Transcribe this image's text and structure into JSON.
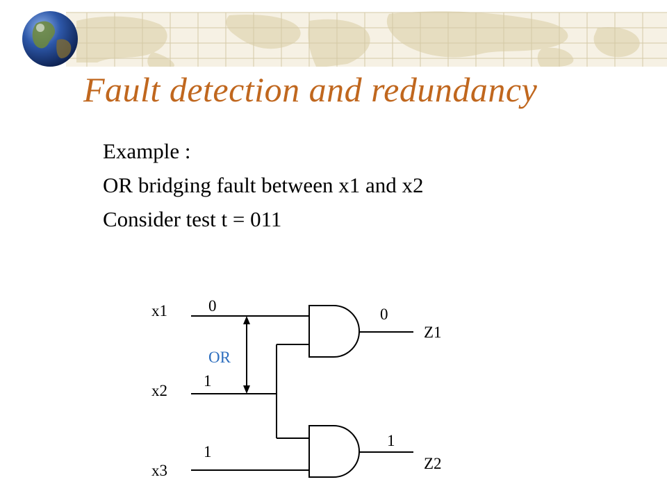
{
  "slide": {
    "title": "Fault detection and redundancy",
    "lines": [
      "Example :",
      "OR bridging fault between x1 and x2",
      "Consider test t = 011"
    ]
  },
  "circuit": {
    "inputs": [
      "x1",
      "x2",
      "x3"
    ],
    "input_values": [
      "0",
      "1",
      "1"
    ],
    "outputs": [
      "Z1",
      "Z2"
    ],
    "output_values": [
      "0",
      "1"
    ],
    "bridge_label": "OR"
  },
  "colors": {
    "title": "#c0671e",
    "bridge_label": "#2e6fbf",
    "map_land": "#e6ddc0",
    "map_sea": "#f6f1e4",
    "globe_sea": "#2d57a8",
    "globe_land": "#6f8a3a"
  },
  "icons": {
    "logo": "globe-icon",
    "banner": "world-map-banner"
  }
}
